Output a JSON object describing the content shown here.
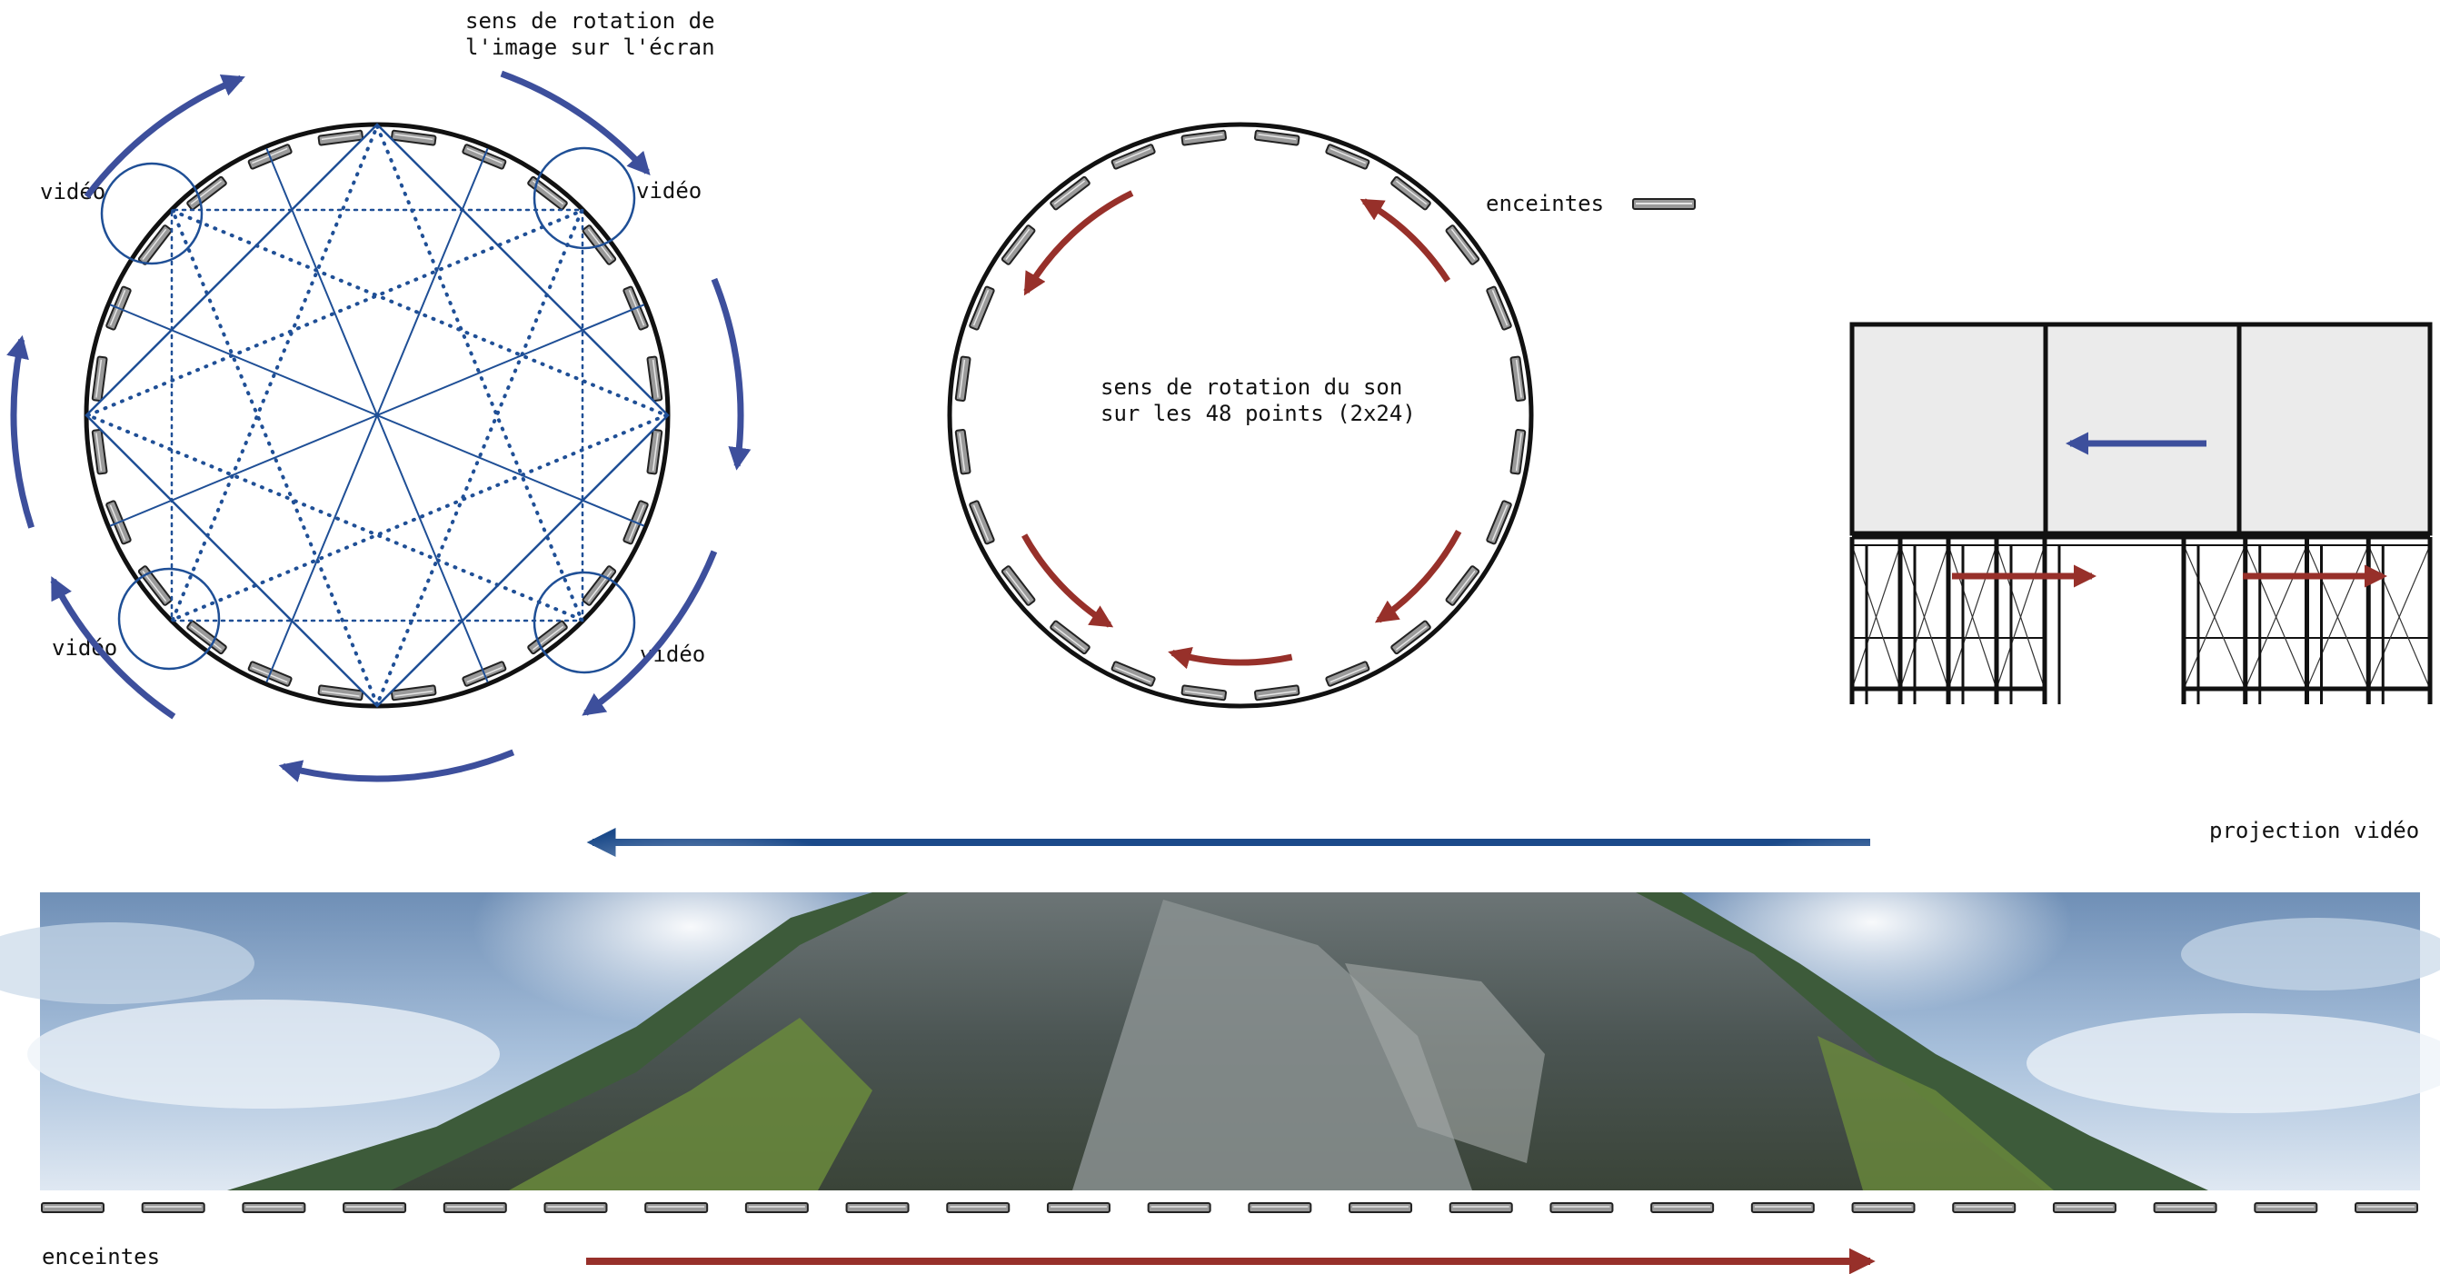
{
  "labels": {
    "image_rotation": [
      "sens de rotation de",
      "l'image sur l'écran"
    ],
    "video": "vidéo",
    "speakers_top": "enceintes",
    "sound_rotation": [
      "sens de rotation du son",
      "sur les 48 points (2x24)"
    ],
    "projection": "projection vidéo",
    "speakers_bottom": "enceintes"
  },
  "colors": {
    "blue": "#3d4f9c",
    "dark_blue": "#1b4a8a",
    "red": "#97302a",
    "speaker_fill": "#9a9a9a",
    "panel_fill": "#ebebeb"
  },
  "speakers_per_circle": 24,
  "speakers_in_strip": 24
}
